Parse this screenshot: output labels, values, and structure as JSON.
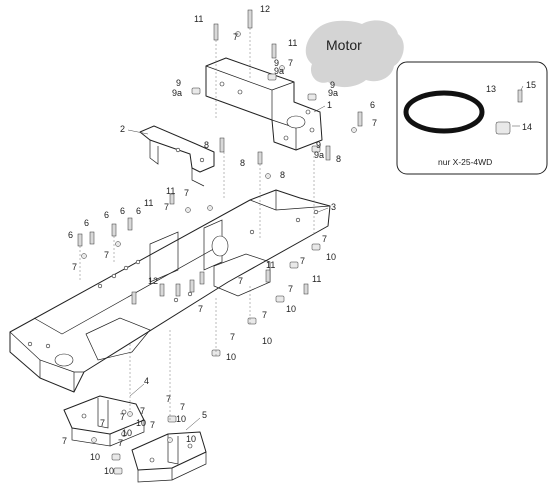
{
  "motor_label": "Motor",
  "inset_note": "nur X-25-4WD",
  "callouts": [
    "1",
    "2",
    "3",
    "4",
    "5",
    "6",
    "7",
    "8",
    "9",
    "9a",
    "10",
    "11",
    "12",
    "13",
    "14",
    "15"
  ],
  "colors": {
    "line": "#222222",
    "motor_cloud": "#d4d4d4",
    "background": "#ffffff"
  }
}
